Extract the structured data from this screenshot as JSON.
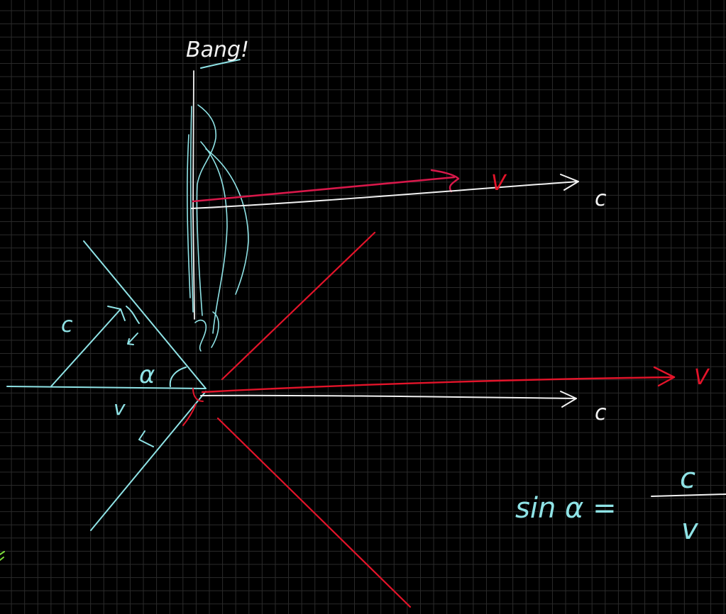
{
  "labels": {
    "bang": "Bang!",
    "upper_v": "V",
    "upper_c": "c",
    "lower_v": "V",
    "lower_c": "c",
    "cone_c": "c",
    "cone_v": "v",
    "alpha": "α",
    "formula_lhs": "sin α =",
    "formula_num": "c",
    "formula_den": "v"
  },
  "colors": {
    "cyan": "#8fe3e6",
    "red": "#e3142a",
    "pink": "#d8184a",
    "white": "#f2f2f2",
    "grid": "#2b2b2b"
  }
}
